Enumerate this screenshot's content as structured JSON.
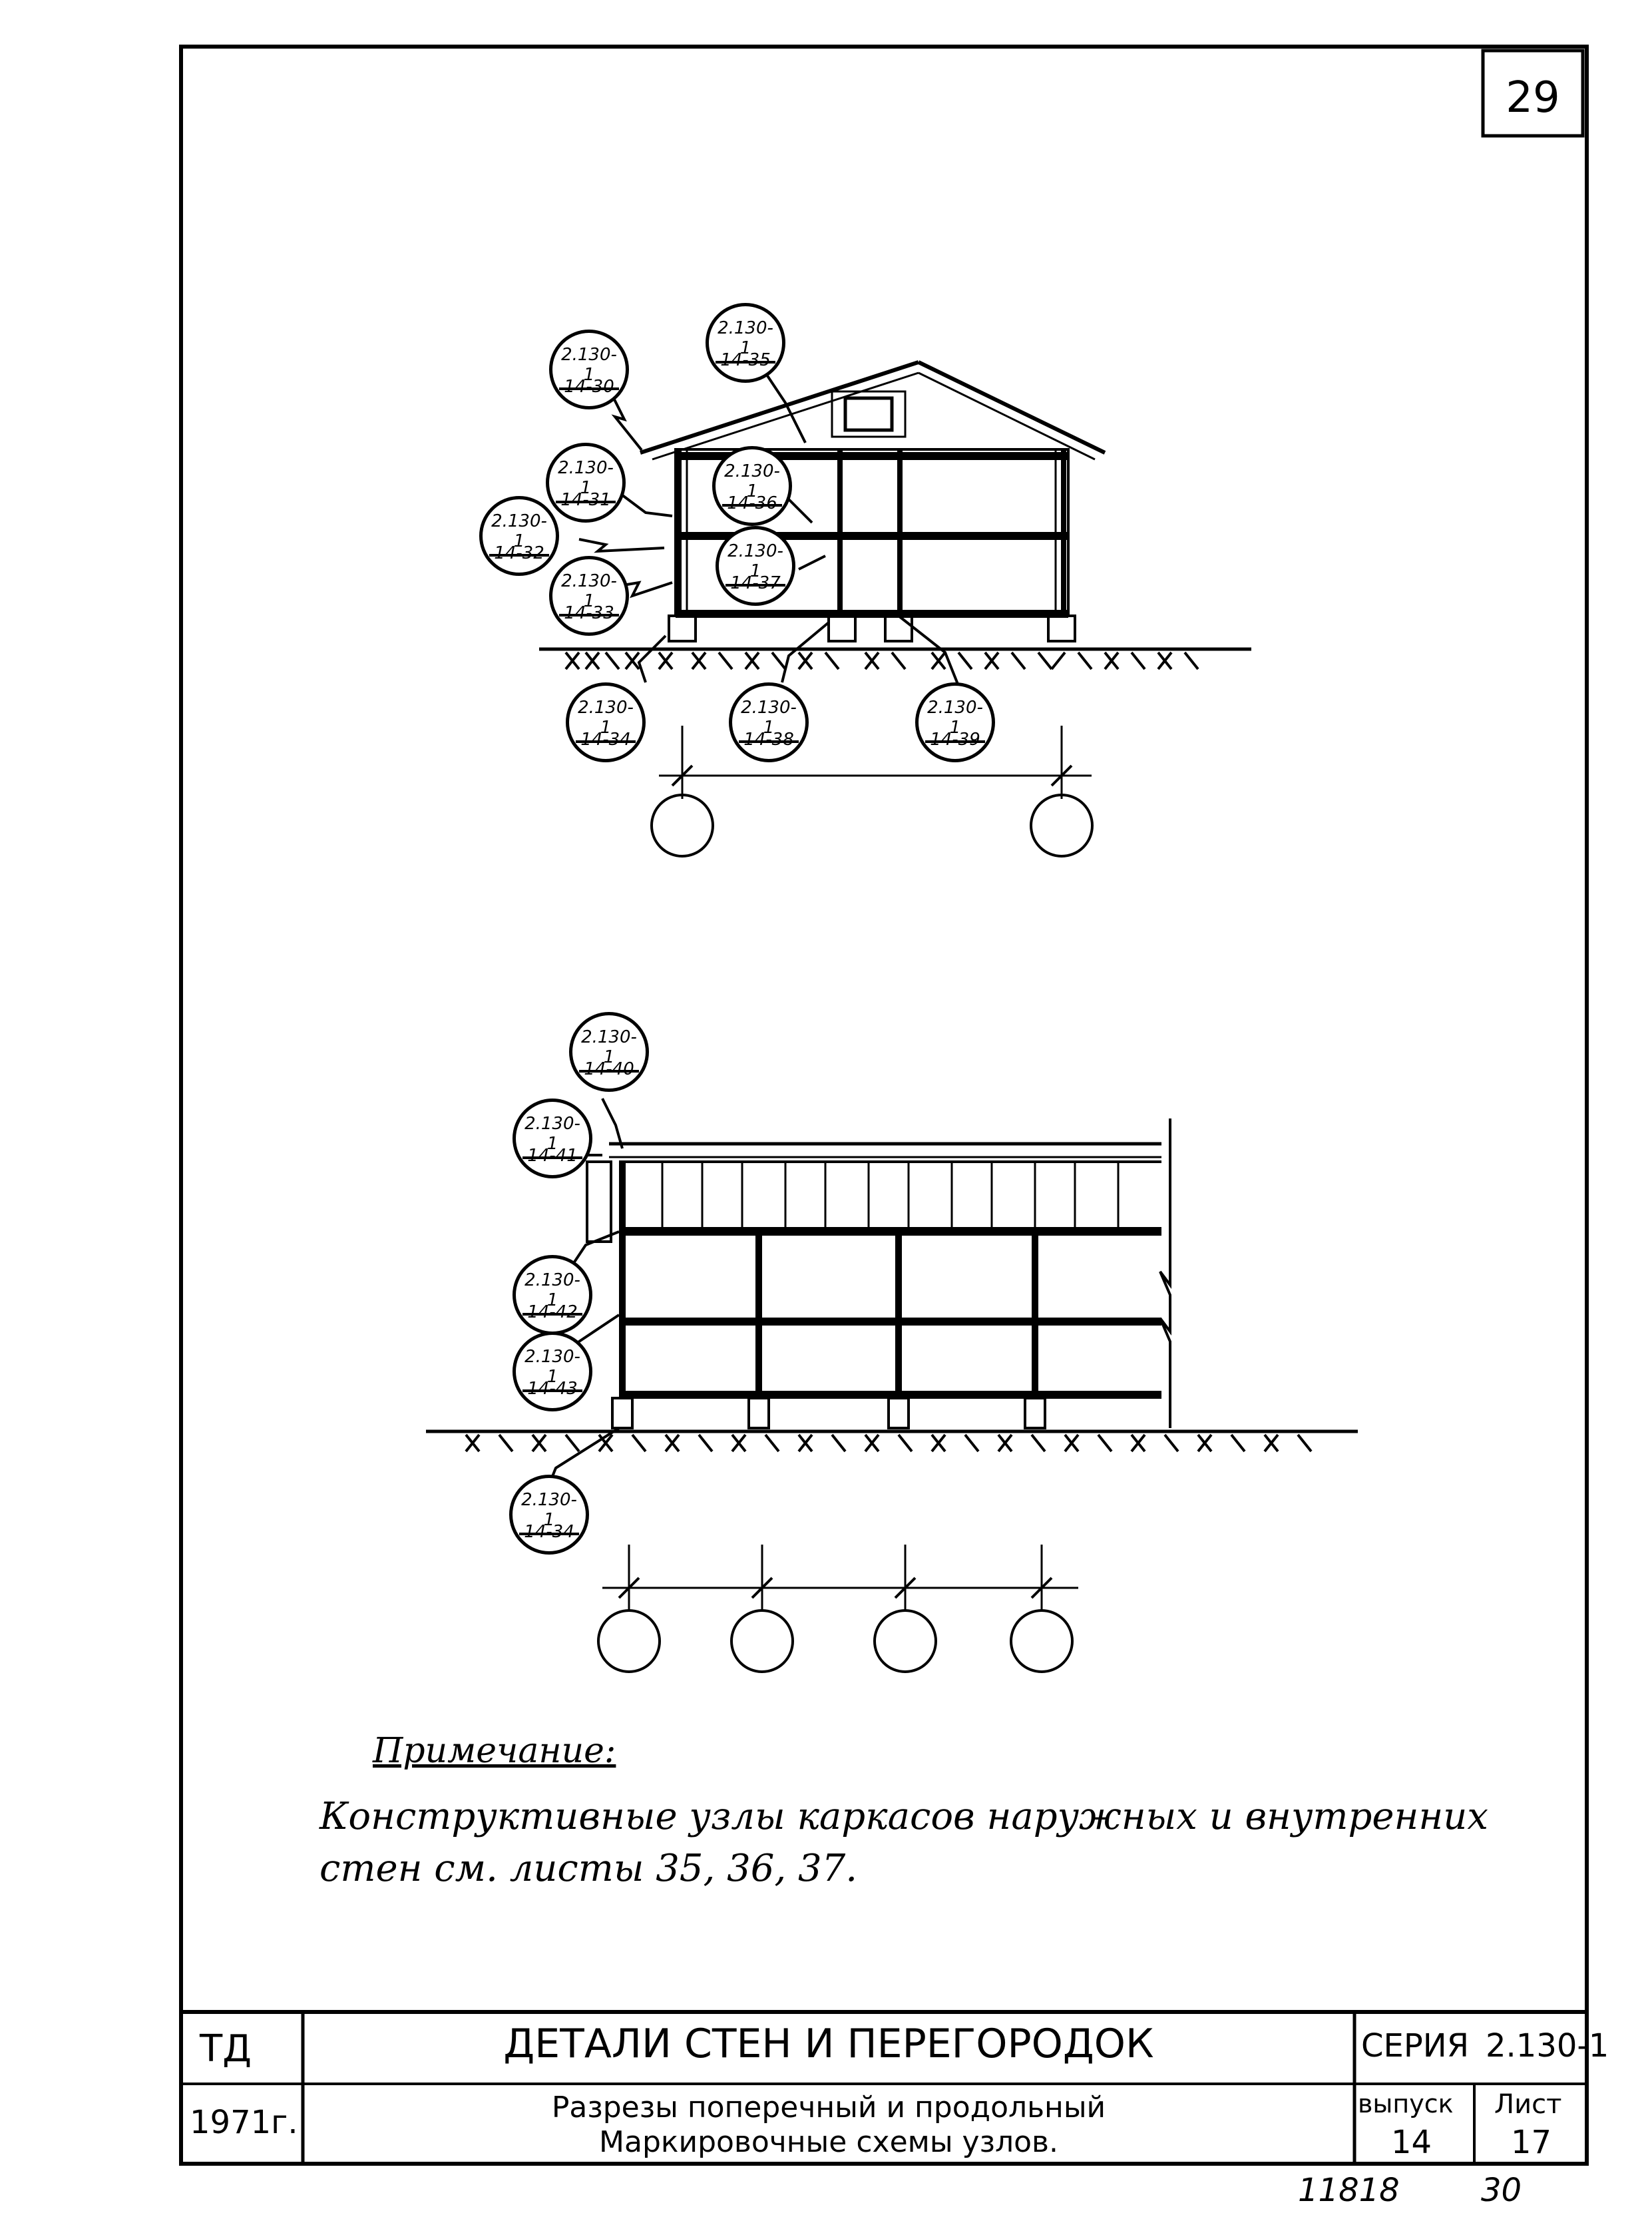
{
  "sheet_number": "29",
  "top_section": {
    "callouts": [
      {
        "top": "2.130-1",
        "bottom": "14-30"
      },
      {
        "top": "2.130-1",
        "bottom": "14-35"
      },
      {
        "top": "2.130-1",
        "bottom": "14-31"
      },
      {
        "top": "2.130-1",
        "bottom": "14-36"
      },
      {
        "top": "2.130-1",
        "bottom": "14-32"
      },
      {
        "top": "2.130-1",
        "bottom": "14-37"
      },
      {
        "top": "2.130-1",
        "bottom": "14-33"
      },
      {
        "top": "2.130-1",
        "bottom": "14-34"
      },
      {
        "top": "2.130-1",
        "bottom": "14-38"
      },
      {
        "top": "2.130-1",
        "bottom": "14-39"
      }
    ]
  },
  "bottom_section": {
    "callouts": [
      {
        "top": "2.130-1",
        "bottom": "14-40"
      },
      {
        "top": "2.130-1",
        "bottom": "14-41"
      },
      {
        "top": "2.130-1",
        "bottom": "14-42"
      },
      {
        "top": "2.130-1",
        "bottom": "14-43"
      },
      {
        "top": "2.130-1",
        "bottom": "14-34"
      }
    ]
  },
  "note": {
    "title": "Примечание:",
    "text": "Конструктивные узлы каркасов наружных и внутренних стен см. листы 35, 36, 37."
  },
  "title_block": {
    "org": "ТД",
    "year": "1971г.",
    "title": "ДЕТАЛИ СТЕН И ПЕРЕГОРОДОК",
    "subtitle_line1": "Разрезы поперечный и продольный",
    "subtitle_line2": "Маркировочные схемы узлов.",
    "series_label": "СЕРИЯ",
    "series_value": "2.130-1",
    "issue_label": "выпуск",
    "issue_value": "14",
    "sheet_label": "Лист",
    "sheet_value": "17"
  },
  "footer": {
    "inventory": "11818",
    "page": "30"
  }
}
